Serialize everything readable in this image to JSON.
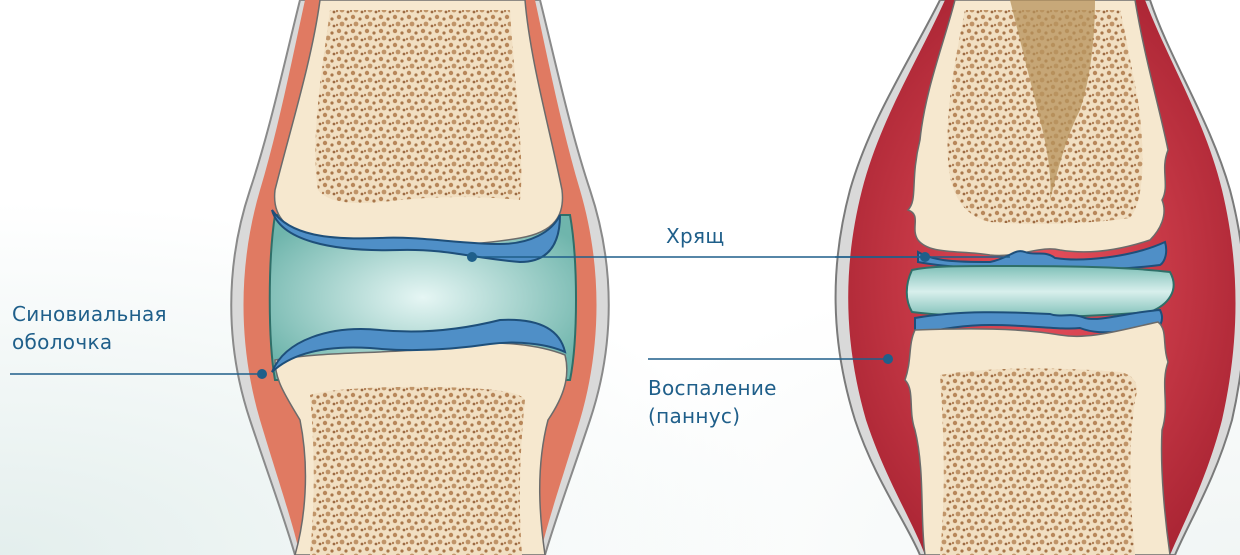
{
  "labels": {
    "synovial_line1": "Синовиальная",
    "synovial_line2": "оболочка",
    "cartilage": "Хрящ",
    "inflammation_line1": "Воспаление",
    "inflammation_line2": "(паннус)"
  },
  "colors": {
    "label_text": "#1f5f8a",
    "leader_line": "#1f5f8a",
    "bone": "#f6e8cf",
    "spongy": "#b8875a",
    "cartilage": "#4f8fc7",
    "synovial_fluid": "#9fd3cd",
    "synovial_membrane": "#e07a62",
    "capsule": "#c9c9c9",
    "pannus": "#d8404e"
  }
}
